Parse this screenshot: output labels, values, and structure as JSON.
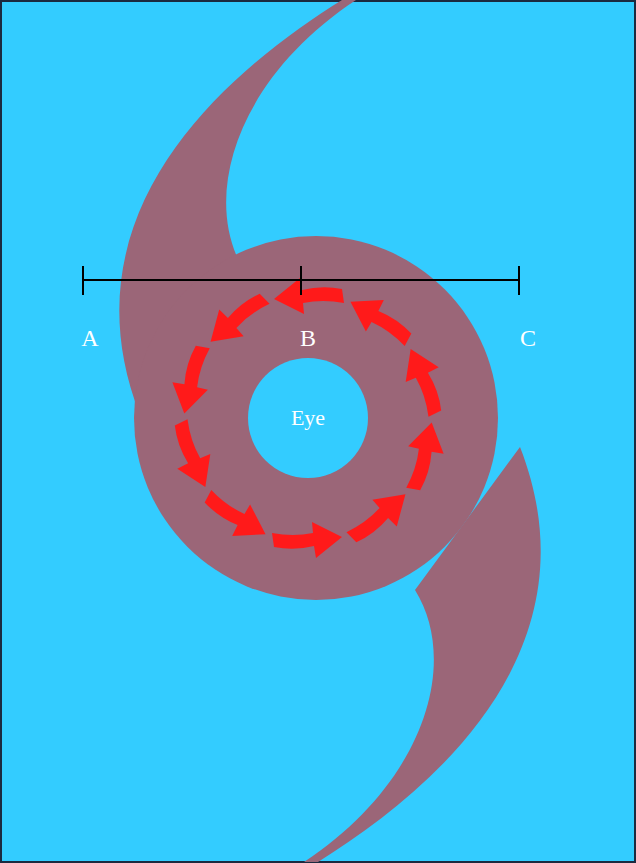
{
  "diagram": {
    "nodes": [
      {
        "text": [
          "Eye"
        ]
      }
    ],
    "labels": [
      "A",
      "B",
      "C"
    ]
  }
}
